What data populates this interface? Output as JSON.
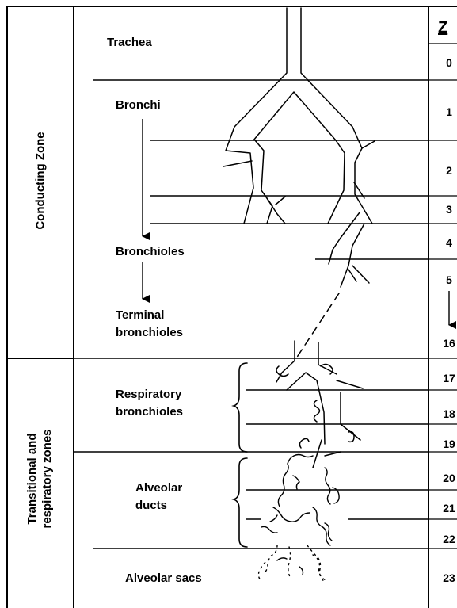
{
  "zones": {
    "conducting": "Conducting Zone",
    "transitional_line1": "Transitional and",
    "transitional_line2": "respiratory zones"
  },
  "labels": {
    "trachea": "Trachea",
    "bronchi": "Bronchi",
    "bronchioles": "Bronchioles",
    "terminal_line1": "Terminal",
    "terminal_line2": "bronchioles",
    "respiratory_line1": "Respiratory",
    "respiratory_line2": "bronchioles",
    "alveolar_ducts_line1": "Alveolar",
    "alveolar_ducts_line2": "ducts",
    "alveolar_sacs": "Alveolar sacs"
  },
  "generation": {
    "header": "Z",
    "numbers": [
      "0",
      "1",
      "2",
      "3",
      "4",
      "5",
      "16",
      "17",
      "18",
      "19",
      "20",
      "21",
      "22",
      "23"
    ]
  }
}
